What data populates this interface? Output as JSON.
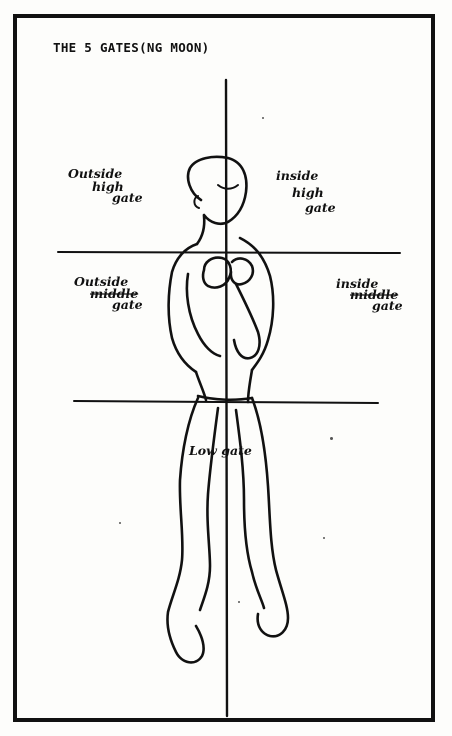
{
  "title": "THE 5 GATES(NG MOON)",
  "gates": {
    "outside_high": [
      "Outside",
      "high",
      "gate"
    ],
    "inside_high": [
      "inside",
      "high",
      "gate"
    ],
    "outside_middle": [
      "Outside",
      "middle",
      "gate"
    ],
    "inside_middle": [
      "inside",
      "middle",
      "gate"
    ],
    "low": "Low gate"
  },
  "colors": {
    "ink": "#111111",
    "paper": "#fdfdfb"
  }
}
